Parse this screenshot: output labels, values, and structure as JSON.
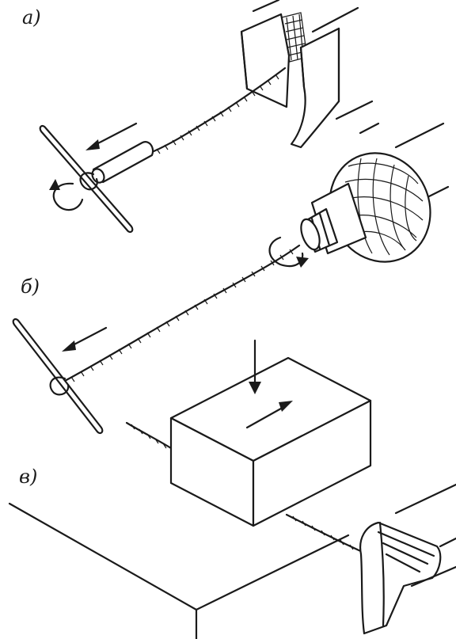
{
  "labels": {
    "a": "а)",
    "b": "б)",
    "v": "в)"
  }
}
